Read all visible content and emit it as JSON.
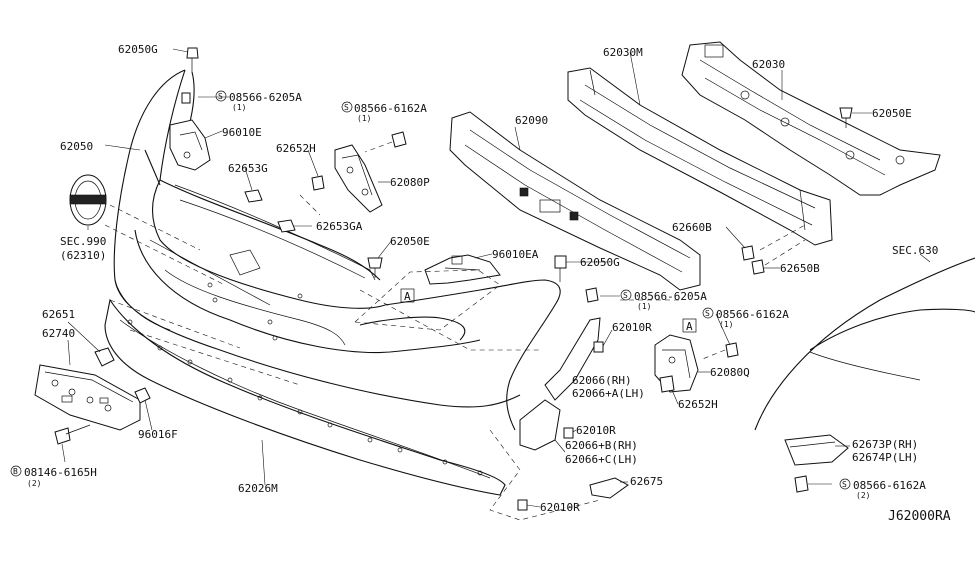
{
  "diagram": {
    "code": "J62000RA",
    "callout": "A",
    "labels": [
      {
        "key": "l_62050g_top",
        "text": "62050G"
      },
      {
        "key": "l_08566_6205a_top",
        "text": "08566-6205A",
        "prefix": "S"
      },
      {
        "key": "l_08566_6205a_top_q",
        "text": "(1)"
      },
      {
        "key": "l_96010e",
        "text": "96010E"
      },
      {
        "key": "l_62050",
        "text": "62050"
      },
      {
        "key": "l_62653g",
        "text": "62653G"
      },
      {
        "key": "l_sec990",
        "text": "SEC.990"
      },
      {
        "key": "l_62310",
        "text": "(62310)"
      },
      {
        "key": "l_62653ga",
        "text": "62653GA"
      },
      {
        "key": "l_62652h_top",
        "text": "62652H"
      },
      {
        "key": "l_08566_6162a_top",
        "text": "08566-6162A",
        "prefix": "S"
      },
      {
        "key": "l_08566_6162a_top_q",
        "text": "(1)"
      },
      {
        "key": "l_62080p",
        "text": "62080P"
      },
      {
        "key": "l_62050e_mid",
        "text": "62050E"
      },
      {
        "key": "l_62090",
        "text": "62090"
      },
      {
        "key": "l_96010ea",
        "text": "96010EA"
      },
      {
        "key": "l_62050g_mid",
        "text": "62050G"
      },
      {
        "key": "l_08566_6205a_mid",
        "text": "08566-6205A",
        "prefix": "S"
      },
      {
        "key": "l_08566_6205a_mid_q",
        "text": "(1)"
      },
      {
        "key": "l_62030m",
        "text": "62030M"
      },
      {
        "key": "l_62030",
        "text": "62030"
      },
      {
        "key": "l_62050e_right",
        "text": "62050E"
      },
      {
        "key": "l_62660b",
        "text": "62660B"
      },
      {
        "key": "l_62650b",
        "text": "62650B"
      },
      {
        "key": "l_sec630",
        "text": "SEC.630"
      },
      {
        "key": "l_08566_6162a_mid",
        "text": "08566-6162A",
        "prefix": "S"
      },
      {
        "key": "l_08566_6162a_mid_q",
        "text": "(1)"
      },
      {
        "key": "l_62080q",
        "text": "62080Q"
      },
      {
        "key": "l_62652h_mid",
        "text": "62652H"
      },
      {
        "key": "l_62010r_a",
        "text": "62010R"
      },
      {
        "key": "l_62066_rh",
        "text": "62066(RH)"
      },
      {
        "key": "l_62066a_lh",
        "text": "62066+A(LH)"
      },
      {
        "key": "l_62010r_b",
        "text": "62010R"
      },
      {
        "key": "l_62066b_rh",
        "text": "62066+B(RH)"
      },
      {
        "key": "l_62066c_lh",
        "text": "62066+C(LH)"
      },
      {
        "key": "l_62675",
        "text": "62675"
      },
      {
        "key": "l_62010r_c",
        "text": "62010R"
      },
      {
        "key": "l_62026m",
        "text": "62026M"
      },
      {
        "key": "l_62651",
        "text": "62651"
      },
      {
        "key": "l_62740",
        "text": "62740"
      },
      {
        "key": "l_96016f",
        "text": "96016F"
      },
      {
        "key": "l_08146_6165h",
        "text": "08146-6165H",
        "prefix": "B"
      },
      {
        "key": "l_08146_6165h_q",
        "text": "(2)"
      },
      {
        "key": "l_62673p",
        "text": "62673P(RH)"
      },
      {
        "key": "l_62674p",
        "text": "62674P(LH)"
      },
      {
        "key": "l_08566_6162a_bot",
        "text": "08566-6162A",
        "prefix": "S"
      },
      {
        "key": "l_08566_6162a_bot_q",
        "text": "(2)"
      }
    ]
  }
}
